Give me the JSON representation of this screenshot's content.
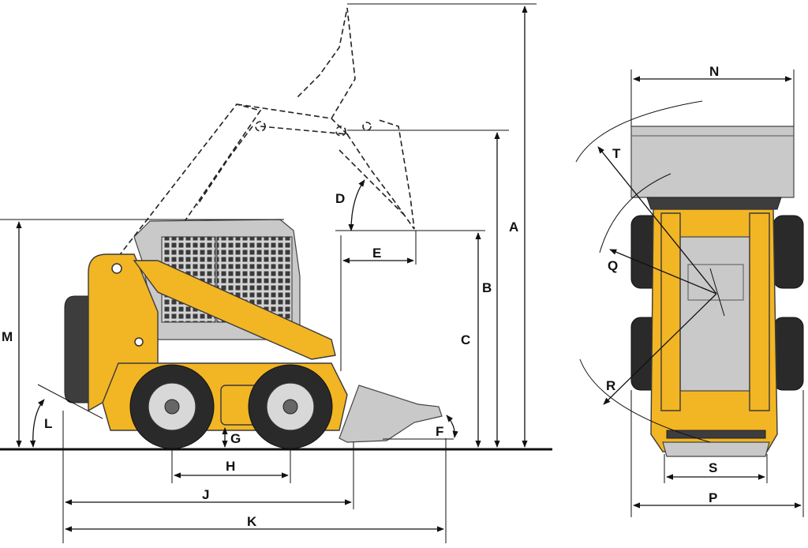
{
  "labels": {
    "A": "A",
    "B": "B",
    "C": "C",
    "D": "D",
    "E": "E",
    "F": "F",
    "G": "G",
    "H": "H",
    "J": "J",
    "K": "K",
    "L": "L",
    "M": "M",
    "N": "N",
    "P": "P",
    "Q": "Q",
    "R": "R",
    "S": "S",
    "T": "T"
  },
  "colors": {
    "machine_body": "#f2b524",
    "cab_grey": "#c9c9c9",
    "tire": "#2a2a2a",
    "line": "#111111"
  }
}
